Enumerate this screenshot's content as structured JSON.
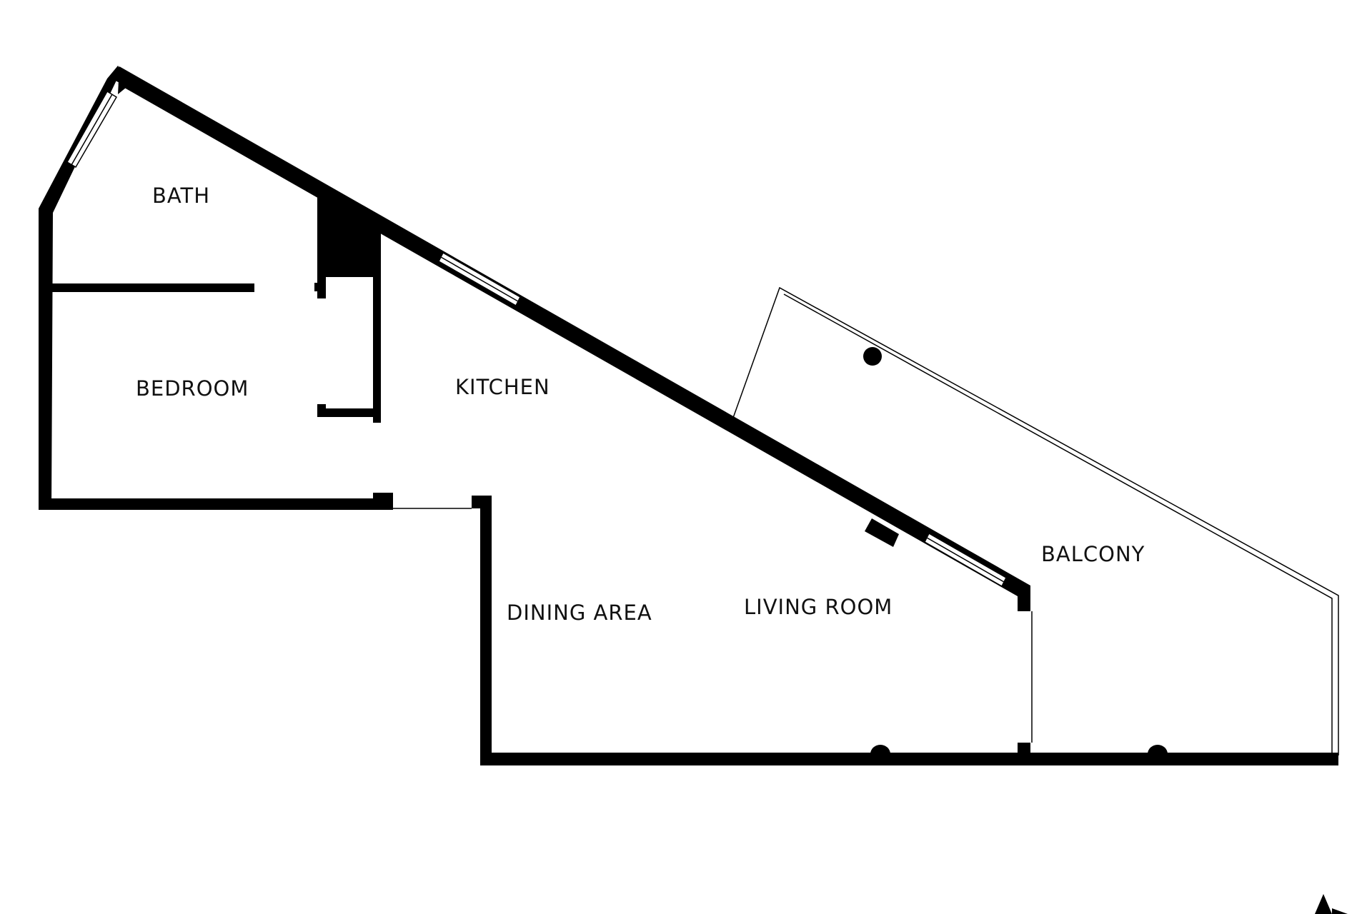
{
  "plan": {
    "rooms": [
      {
        "id": "bath",
        "label": "BATH"
      },
      {
        "id": "bedroom",
        "label": "BEDROOM"
      },
      {
        "id": "kitchen",
        "label": "KITCHEN"
      },
      {
        "id": "dining",
        "label": "DINING AREA"
      },
      {
        "id": "living",
        "label": "LIVING ROOM"
      },
      {
        "id": "balcony",
        "label": "BALCONY"
      }
    ],
    "colors": {
      "wall": "#000000",
      "background": "#ffffff",
      "text": "#111111"
    },
    "icons": [
      "compass-arrow-icon"
    ]
  }
}
